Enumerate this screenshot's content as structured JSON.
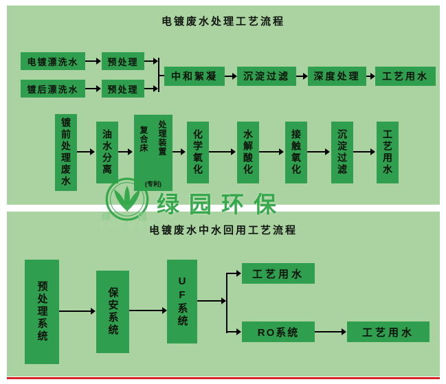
{
  "colors": {
    "background": "#ffffff",
    "panel": "#abd3a2",
    "box": "#2f9e4e",
    "watermark": "#2ca444",
    "watermark_light": "#8fcd8f",
    "watermark_pale": "#a9d8a9",
    "divider_red": "#d8232a"
  },
  "watermark": {
    "brand": "绿园环保",
    "brand_small": "绿 园",
    "brand_latin": "LVYUAN"
  },
  "top": {
    "title": "电镀废水处理工艺流程",
    "inputs": [
      "电镀漂洗水",
      "镀后漂洗水"
    ],
    "pretreat1": "预处理",
    "pretreat2": "预处理",
    "main_steps": [
      "中和絮凝",
      "沉淀过滤",
      "深度处理",
      "工艺用水"
    ],
    "vertical_steps": [
      "镀前处理废水",
      "油水分离",
      "化学氧化",
      "水解酸化",
      "接触氧化",
      "沉淀过滤",
      "工艺用水"
    ],
    "composite": {
      "col1": "复合床",
      "col2": "处理装置",
      "note": "(专利)"
    }
  },
  "bottom": {
    "title": "电镀废水中水回用工艺流程",
    "steps": [
      "预处理系统",
      "保安系统",
      "UF系统"
    ],
    "uf_out": "工艺用水",
    "ro": "RO系统",
    "ro_out": "工艺用水"
  }
}
